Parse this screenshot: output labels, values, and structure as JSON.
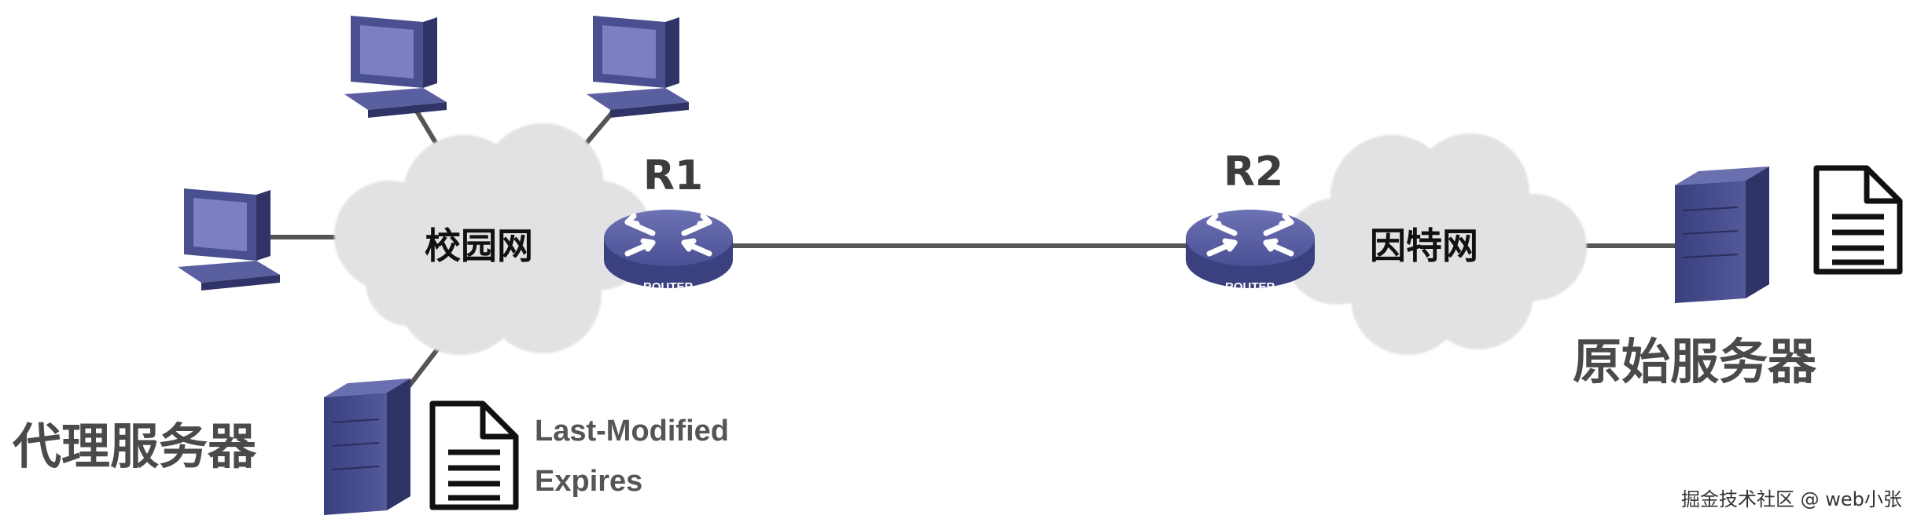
{
  "labels": {
    "campus_net": "校园网",
    "internet": "因特网",
    "router1": "R1",
    "router2": "R2",
    "router_text": "ROUTER",
    "proxy_server": "代理服务器",
    "origin_server": "原始服务器",
    "last_modified": "Last-Modified",
    "expires": "Expires",
    "watermark": "掘金技术社区 @ web小张"
  },
  "colors": {
    "cloud": "#e2e2e4",
    "device_blue": "#4a4f8f",
    "device_dark": "#2f3366",
    "line": "#555555"
  },
  "icons": [
    "computer-icon",
    "router-icon",
    "server-icon",
    "document-icon",
    "cloud-icon"
  ]
}
